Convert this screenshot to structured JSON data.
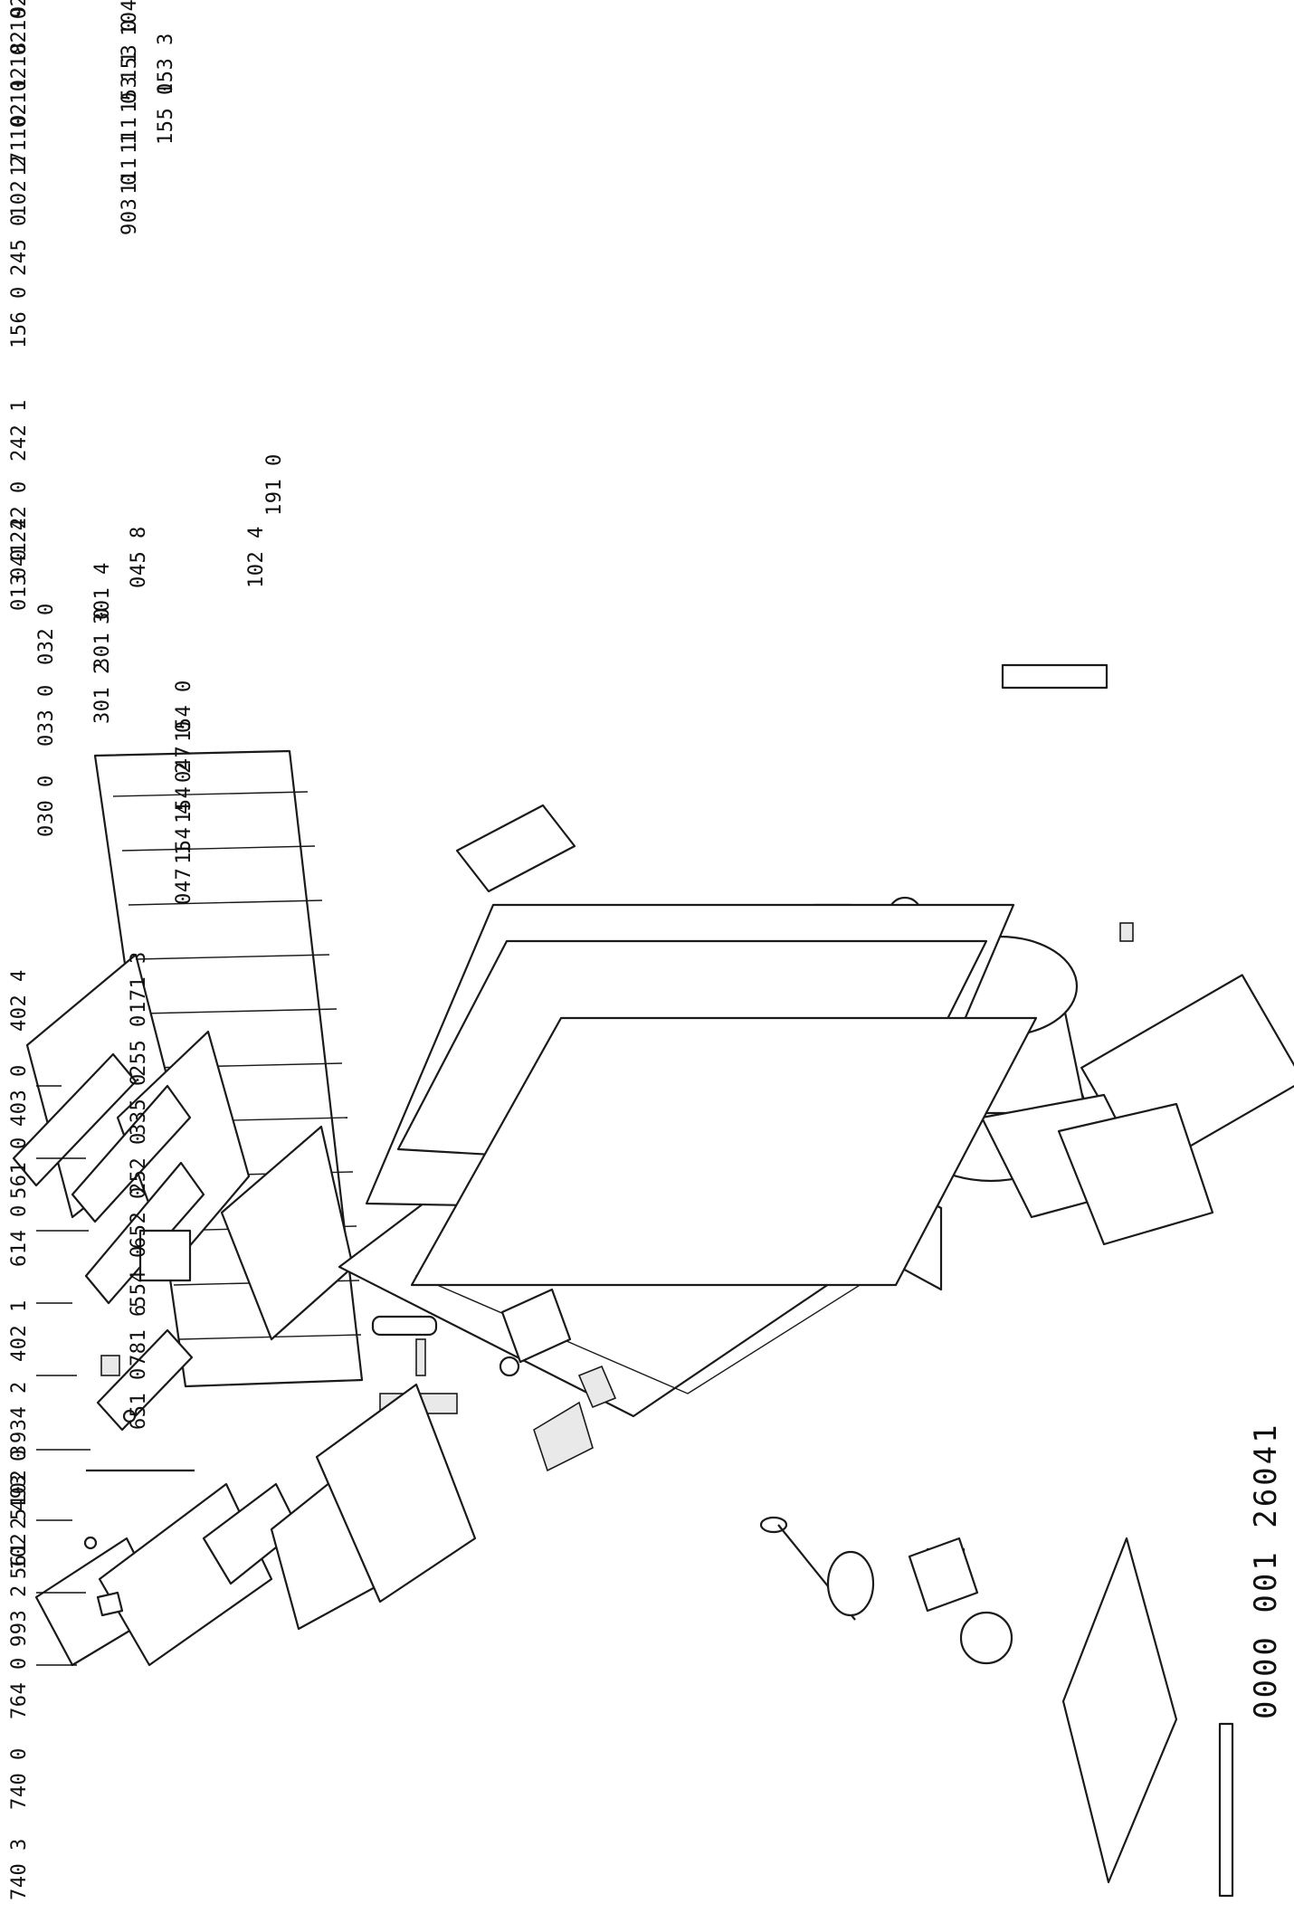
{
  "drawing_ref": "0000 001 26041",
  "callouts": [
    "740 3",
    "740 0",
    "764 0",
    "993 2",
    "561 2",
    "493 0",
    "934 2",
    "402 1",
    "614 0",
    "561 0",
    "403 0",
    "402 4",
    "030 0",
    "033 0",
    "032 0",
    "301 2",
    "301 0",
    "301 4",
    "045 8",
    "013 0",
    "041 2",
    "242 0",
    "242 1",
    "102 4",
    "156 0",
    "245 0",
    "102 2",
    "171 0",
    "102 1",
    "102 8",
    "102 9",
    "102 0",
    "102 5",
    "102 3",
    "651 0",
    "781 6",
    "554 0",
    "652 0",
    "252 0",
    "335 0",
    "255 0",
    "171 3",
    "903 0",
    "111 1",
    "111 0",
    "153 1",
    "153 0",
    "104 0",
    "155 0",
    "153 3",
    "047 1",
    "154 4",
    "154 2",
    "047 0",
    "154 0",
    "191 0"
  ]
}
